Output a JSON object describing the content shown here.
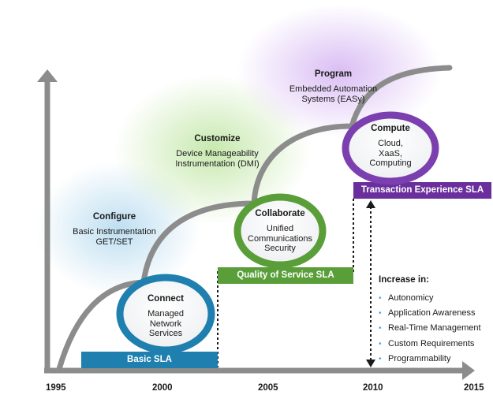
{
  "colors": {
    "axis": "#8c8c8c",
    "curve": "#8c8c8c",
    "connect": "#1f7fae",
    "collaborate": "#5a9e3a",
    "compute": "#7b3fb0",
    "basic_sla": "#1f7fae",
    "qos_sla": "#5a9e3a",
    "tx_sla": "#6a2f9c",
    "bullet": "#4aa8d6"
  },
  "stages": {
    "configure": {
      "title": "Configure",
      "line1": "Basic Instrumentation",
      "line2": "GET/SET"
    },
    "customize": {
      "title": "Customize",
      "line1": "Device Manageability",
      "line2": "Instrumentation (DMI)"
    },
    "program": {
      "title": "Program",
      "line1": "Embedded Automation",
      "line2": "Systems (EASy)"
    }
  },
  "rings": {
    "connect": {
      "title": "Connect",
      "lines": [
        "Managed",
        "Network",
        "Services"
      ]
    },
    "collaborate": {
      "title": "Collaborate",
      "lines": [
        "Unified",
        "Communications",
        "Security"
      ]
    },
    "compute": {
      "title": "Compute",
      "lines": [
        "Cloud,",
        "XaaS,",
        "Computing"
      ]
    }
  },
  "slas": {
    "basic": "Basic SLA",
    "qos": "Quality of Service SLA",
    "transaction": "Transaction Experience SLA"
  },
  "years": [
    "1995",
    "2000",
    "2005",
    "2010",
    "2015"
  ],
  "increase": {
    "title": "Increase in:",
    "items": [
      "Autonomicy",
      "Application Awareness",
      "Real-Time Management",
      "Custom Requirements",
      "Programmability"
    ]
  }
}
